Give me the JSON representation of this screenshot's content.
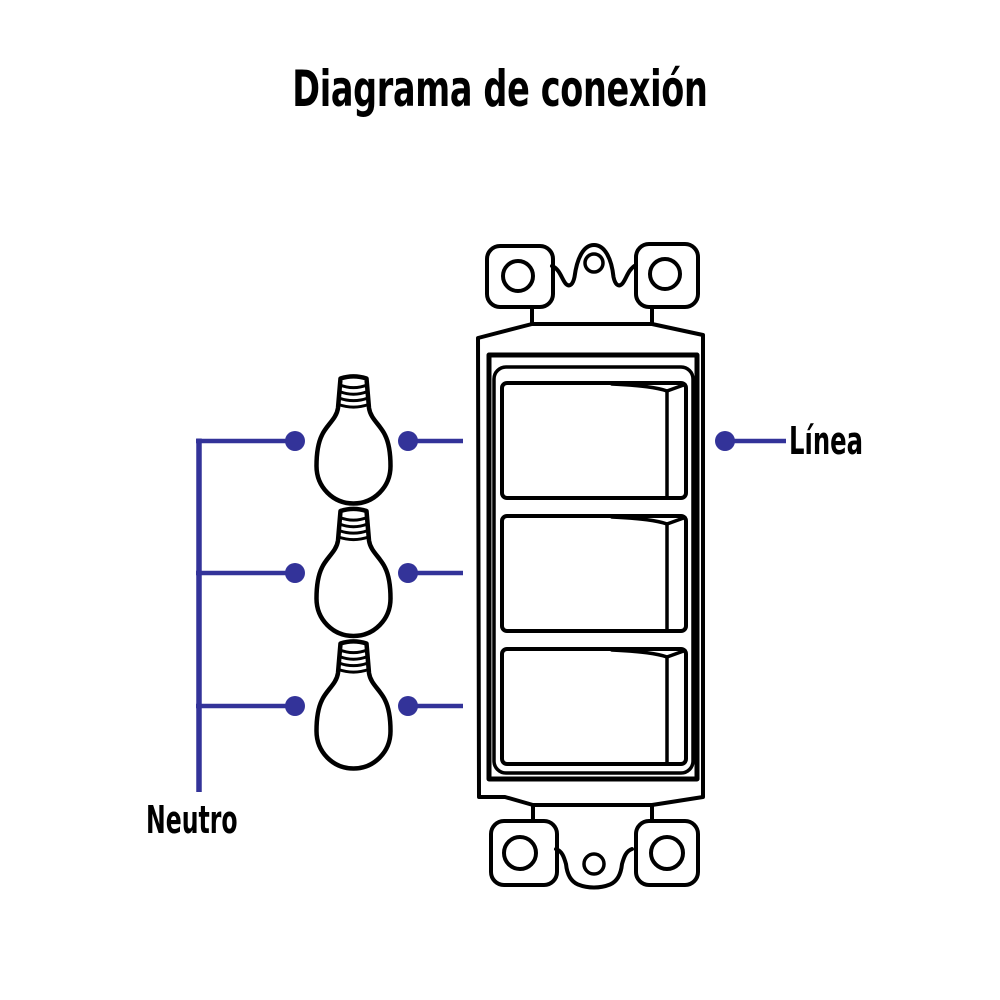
{
  "title": "Diagrama de conexión",
  "labels": {
    "line": "Línea",
    "neutral": "Neutro"
  },
  "colors": {
    "wire_blue": "#333399",
    "outline_black": "#000000",
    "background": "#ffffff"
  },
  "components": {
    "bulb_count": 3,
    "rocker_count": 3,
    "switch": "triple-rocker-switch-plate"
  }
}
